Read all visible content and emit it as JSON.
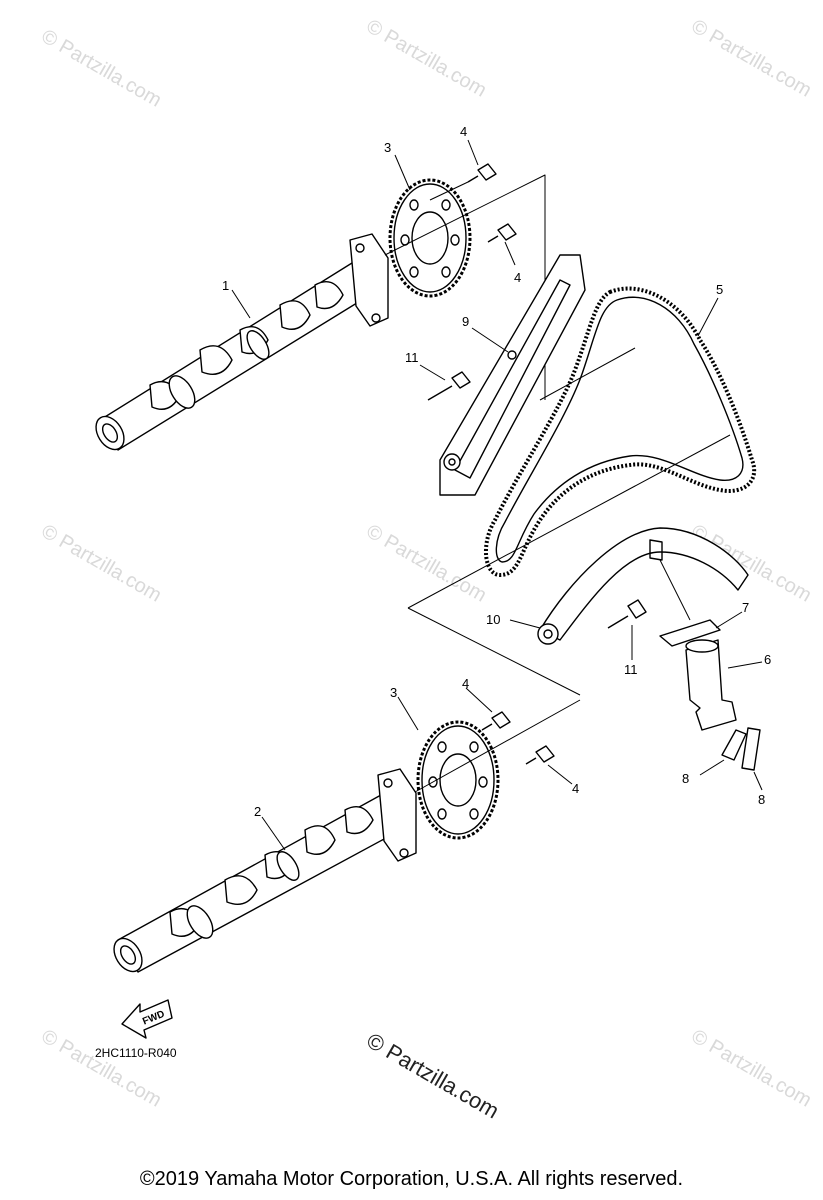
{
  "callouts": {
    "c1": "1",
    "c2": "2",
    "c3a": "3",
    "c3b": "3",
    "c4a": "4",
    "c4b": "4",
    "c4c": "4",
    "c4d": "4",
    "c5": "5",
    "c6": "6",
    "c7": "7",
    "c8a": "8",
    "c8b": "8",
    "c9": "9",
    "c10": "10",
    "c11a": "11",
    "c11b": "11"
  },
  "fwd_label": "FWD",
  "diagram_code": "2HC1110-R040",
  "watermark": "© Partzilla.com",
  "watermark_main": "© Partzilla.com",
  "copyright": "©2019 Yamaha Motor Corporation, U.S.A. All rights reserved."
}
